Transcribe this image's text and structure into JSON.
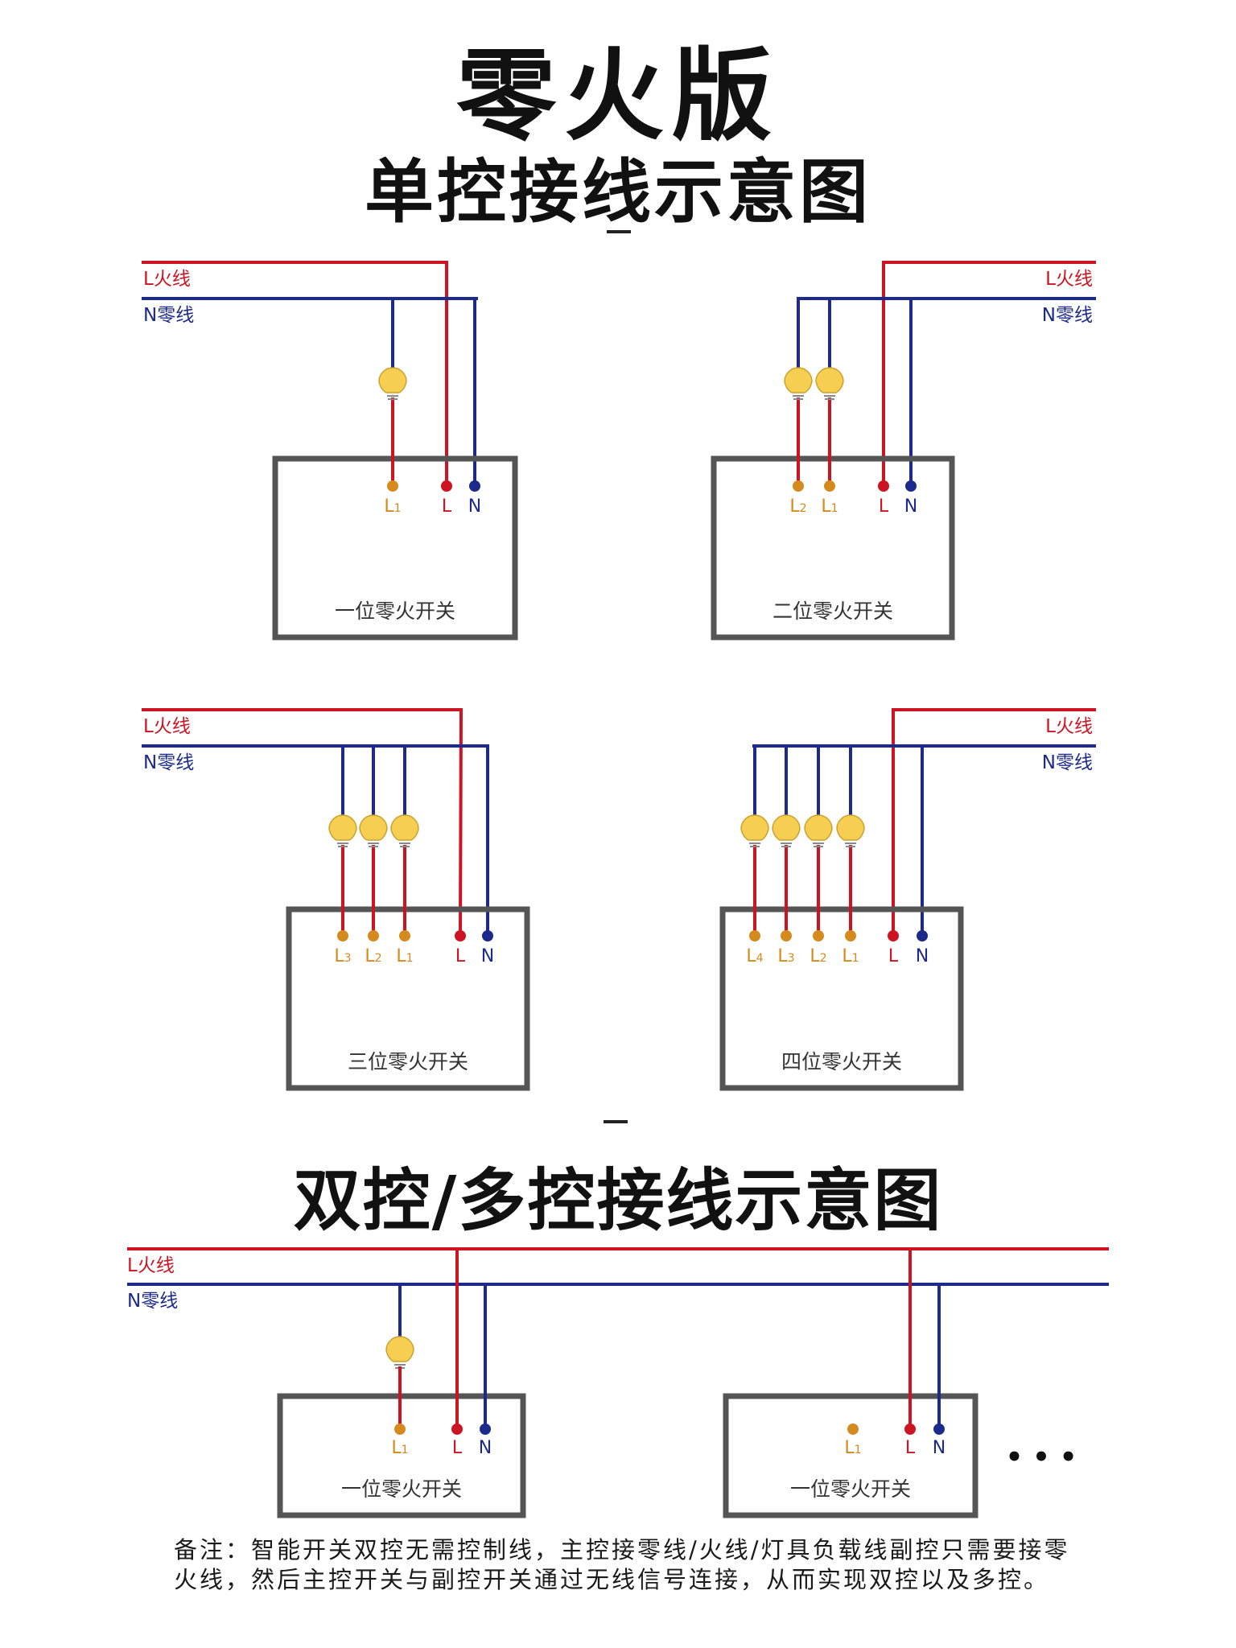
{
  "title": "零火版",
  "subtitle_single": "单控接线示意图",
  "subtitle_double": "双控/多控接线示意图",
  "separator": "—",
  "wire_labels": {
    "live": "L火线",
    "neutral": "N零线"
  },
  "terminal_labels": {
    "L1": "L1",
    "L2": "L2",
    "L3": "L3",
    "L4": "L4",
    "L": "L",
    "N": "N"
  },
  "diagrams": [
    {
      "switch_label": "一位零火开关",
      "gangs": 1
    },
    {
      "switch_label": "二位零火开关",
      "gangs": 2
    },
    {
      "switch_label": "三位零火开关",
      "gangs": 3
    },
    {
      "switch_label": "四位零火开关",
      "gangs": 4
    }
  ],
  "double_control": {
    "main_switch_label": "一位零火开关",
    "secondary_switch_label": "一位零火开关",
    "ellipsis": "• • •"
  },
  "note": "备注：智能开关双控无需控制线，主控接零线/火线/灯具负载线副控只需要接零火线，然后主控开关与副控开关通过无线信号连接，从而实现双控以及多控。",
  "colors": {
    "live": "#cc1422",
    "neutral": "#1c2a8c",
    "bulb": "#f6cf52",
    "terminal_load": "#d48a1c",
    "box": "#555555"
  }
}
